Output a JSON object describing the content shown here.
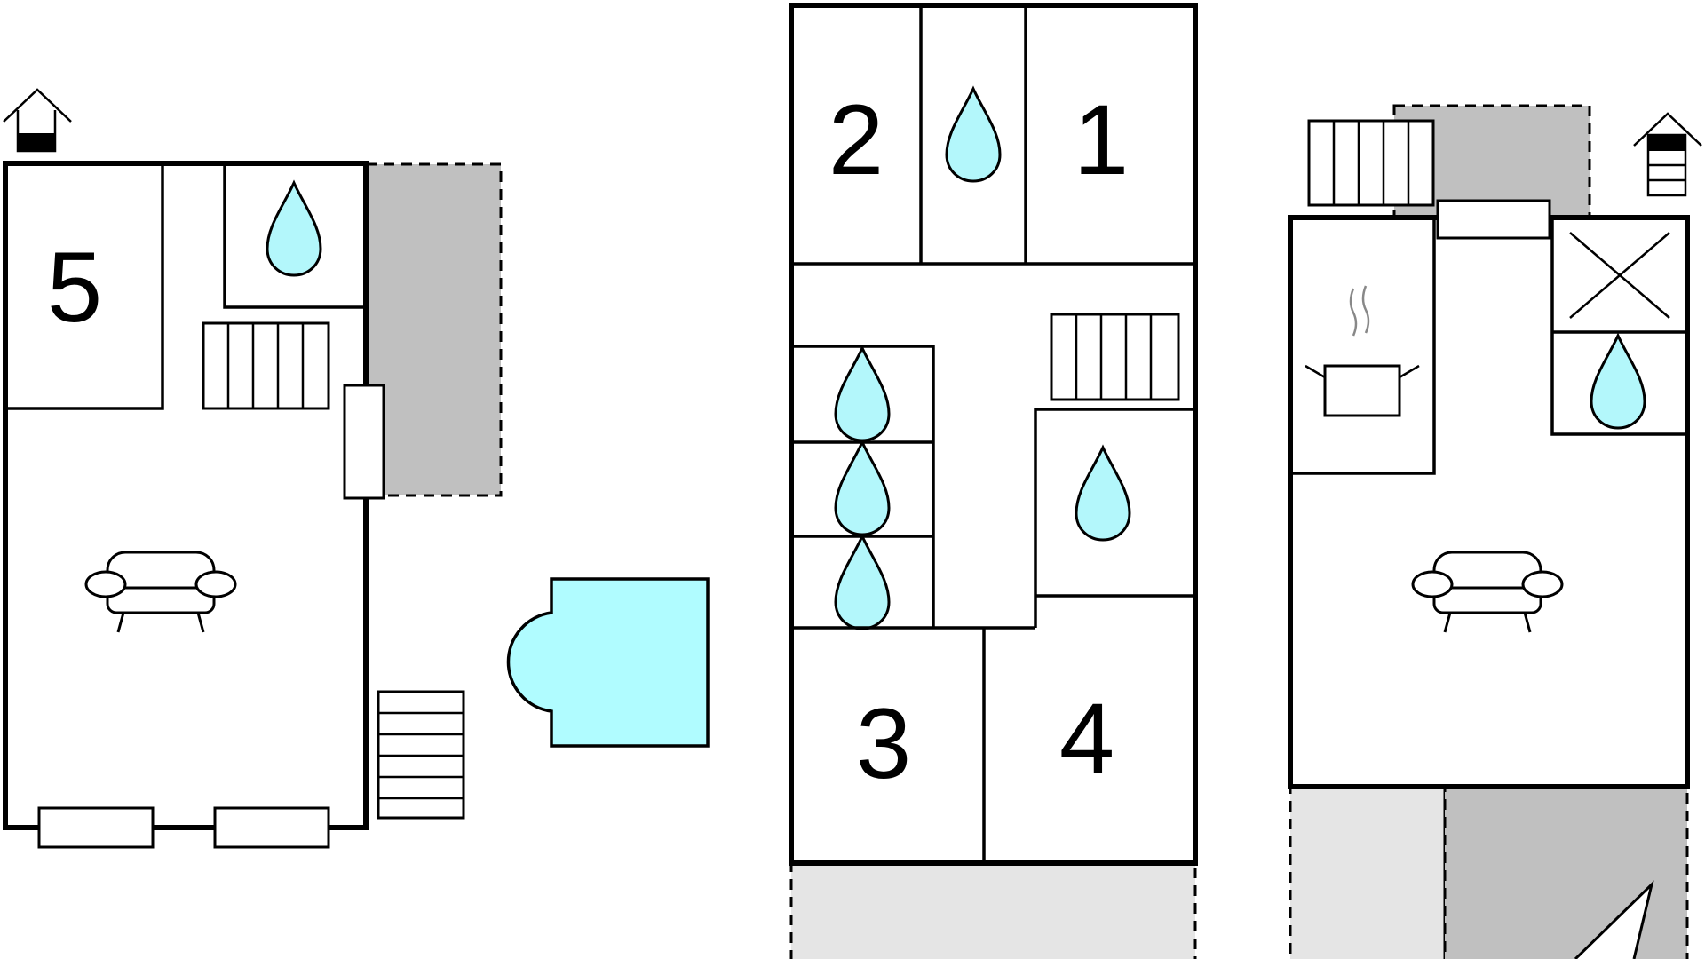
{
  "colors": {
    "water": "#b3f7fb",
    "pool": "#b0fcff",
    "terrace_dark": "#c0c0c0",
    "terrace_light": "#e5e5e5",
    "wall": "#000000",
    "background": "#ffffff"
  },
  "plan_left": {
    "bedroom_label": "5",
    "icons": [
      "house-floor-icon",
      "water-drop-icon",
      "stairs-icon",
      "sofa-icon",
      "stairs-icon"
    ]
  },
  "pool": {
    "icon": "swimming-pool"
  },
  "plan_middle": {
    "bedroom_labels": [
      "2",
      "1",
      "3",
      "4"
    ],
    "icons": [
      "water-drop-icon",
      "stairs-icon",
      "water-drop-icon",
      "water-drop-icon",
      "water-drop-icon",
      "water-drop-icon"
    ]
  },
  "plan_right": {
    "icons": [
      "house-floor-icon",
      "stairs-icon",
      "cooking-pot-icon",
      "storage-cross-icon",
      "water-drop-icon",
      "sofa-icon",
      "compass-arrow-icon"
    ]
  }
}
